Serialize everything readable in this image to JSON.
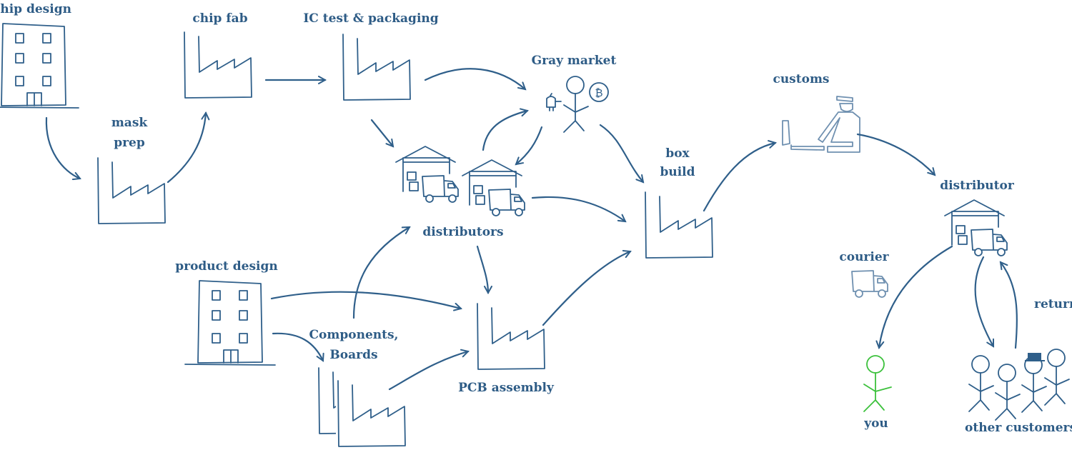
{
  "diagram": {
    "title": "Electronics supply chain",
    "labels": {
      "chip_design": "chip design",
      "chip_fab": "chip fab",
      "ic_test": "IC test & packaging",
      "gray_market": "Gray market",
      "mask_line1": "mask",
      "mask_line2": "prep",
      "customs": "customs",
      "box_line1": "box",
      "box_line2": "build",
      "distributor": "distributor",
      "distributors": "distributors",
      "courier": "courier",
      "product_design": "product design",
      "components_line1": "Components,",
      "components_line2": "Boards",
      "pcb_assembly": "PCB assembly",
      "returns": "returns",
      "you": "you",
      "other_customers": "other customers"
    },
    "colors": {
      "ink": "#2f5f8a",
      "you": "#3cc13c",
      "courier": "#6f90b0"
    },
    "icons": [
      "office-building-icon",
      "factory-icon",
      "warehouse-icon",
      "truck-icon",
      "customs-officer-icon",
      "stick-figure-icon",
      "bitcoin-icon",
      "bell-icon"
    ]
  }
}
